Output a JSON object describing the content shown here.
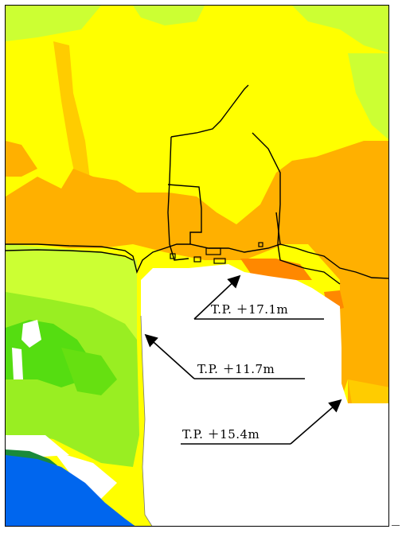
{
  "annotations": [
    {
      "id": "label-1",
      "text": "T.P. ＋17.1m"
    },
    {
      "id": "label-2",
      "text": "T.P. ＋11.7m"
    },
    {
      "id": "label-3",
      "text": "T.P. ＋15.4m"
    }
  ],
  "colors": {
    "yellow": "#ffff00",
    "yellow_green": "#ccff33",
    "light_green": "#99ee22",
    "green": "#55dd11",
    "dark_green": "#1a8a3a",
    "orange_light": "#ffcc00",
    "orange": "#ffb000",
    "orange_dark": "#ff8800",
    "blue": "#0066ee",
    "white": "#ffffff",
    "boundary": "#000000"
  }
}
